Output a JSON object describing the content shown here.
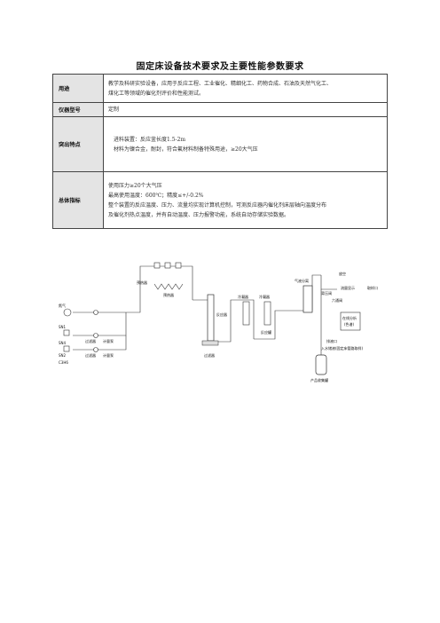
{
  "title": "固定床设备技术要求及主要性能参数要求",
  "rows": {
    "usage": {
      "label": "用途",
      "lines": [
        "教学及科研实验设备，应用于反应工程、工业催化、精细化工、药物合成、石油及天然气化工、",
        "煤化工等领域的催化剂评价和性能测试。"
      ]
    },
    "model": {
      "label": "仪器型号",
      "value": "定制"
    },
    "features": {
      "label": "突出特点",
      "lines": [
        "进料装置：反应釜长度1.5-2m",
        "材料为镍合金，耐封，符合氟材料制备特殊用途，≥20大气压"
      ]
    },
    "specs": {
      "label": "总体指标",
      "lines": [
        "使用压力≥20个大气压",
        "最高使用温度：600℃；精度≤+/-0.2%",
        "整个装置的反应温度、压力、流量均实现计算机控制，可测反应器内催化剂床层轴向温度分布",
        "及催化剂热点温度，并有自动温度、压力报警功能，系统自动存储实验数据。"
      ]
    }
  },
  "diagram": {
    "gas1": "氮气",
    "gas2": "SN4",
    "gas3": "C3H6",
    "tag_n1": "SN1",
    "tag_n2": "SN2",
    "filter1": "过滤器",
    "meter1": "计量泵",
    "filter2": "过滤器",
    "meter2": "计量泵",
    "preheater_small": "预热器",
    "preheater": "预热器",
    "reactor": "反应器",
    "filter3": "过滤器",
    "condenser1": "冷凝器",
    "condenser2": "冷凝器",
    "reaction_tank": "反应罐",
    "gas_liquid": "气液分离",
    "vent": "放空",
    "backpressure": "背压阀",
    "sixway": "六通阀",
    "flow_display": "流量显示",
    "sampling": "取样口",
    "online": "在线分析",
    "online_sub": "(色谱)",
    "drain": "排液口",
    "product_tank": "产品收集罐",
    "sample_note": "入水储液(固定床管路取样)"
  }
}
